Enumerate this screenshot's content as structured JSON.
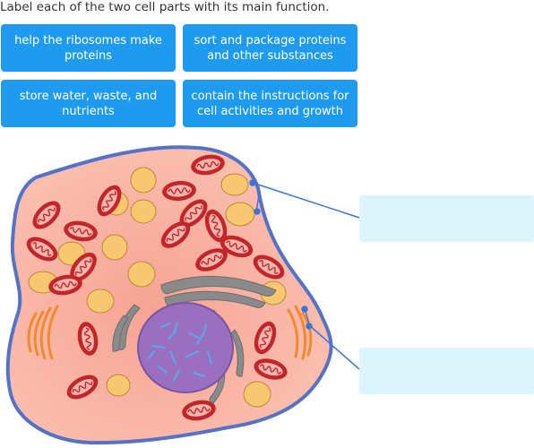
{
  "instruction": "Label each of the two cell parts with its main function.",
  "tiles": [
    {
      "line1": "help the ribosomes make",
      "line2": "proteins"
    },
    {
      "line1": "sort and package proteins",
      "line2": "and other substances"
    },
    {
      "line1": "store water, waste, and",
      "line2": "nutrients"
    },
    {
      "line1": "contain the instructions for",
      "line2": "cell activities and growth"
    }
  ],
  "drop_zones": [
    {
      "label": ""
    },
    {
      "label": ""
    }
  ],
  "colors": {
    "tile": "#1e9bef",
    "drop_zone": "#dcf5fd",
    "cell_fill": "#f6b3a4",
    "cell_border": "#5572c6",
    "mitochondria": "#c2262a",
    "vacuole": "#f9c76e",
    "nucleus": "#9b6fc0",
    "golgi": "#8a8a8a",
    "er": "#f08a2c",
    "pointer_line": "#3f73d6"
  }
}
